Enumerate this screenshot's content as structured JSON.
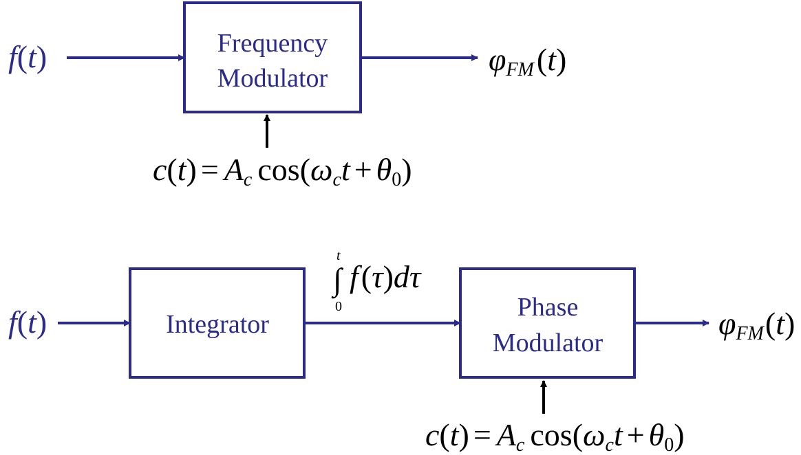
{
  "colors": {
    "block_stroke": "#2b2b8c",
    "text_blue": "#2b2b8c",
    "math_text": "#000000",
    "background": "#ffffff"
  },
  "top": {
    "input": {
      "name": "f",
      "paren_open": "(",
      "var": "t",
      "paren_close": ")"
    },
    "block": {
      "line1": "Frequency",
      "line2": "Modulator"
    },
    "output": {
      "phi": "φ",
      "sub": "FM",
      "paren_open": "(",
      "var": "t",
      "paren_close": ")"
    },
    "carrier": {
      "c": "c",
      "lp": "(",
      "t": "t",
      "rp": ")",
      "eq": "=",
      "A": "A",
      "A_sub": "c",
      "cos": "cos",
      "lp2": "(",
      "omega": "ω",
      "omega_sub": "c",
      "t2": "t",
      "plus": "+",
      "theta": "θ",
      "theta_sub": "0",
      "rp2": ")"
    }
  },
  "bottom": {
    "input": {
      "name": "f",
      "paren_open": "(",
      "var": "t",
      "paren_close": ")"
    },
    "integrator_block": {
      "label": "Integrator"
    },
    "integral": {
      "upper": "t",
      "symbol": "∫",
      "lower": "0",
      "f": "f",
      "lp": "(",
      "tau": "τ",
      "rp": ")",
      "d": "d",
      "tau2": "τ"
    },
    "phase_block": {
      "line1": "Phase",
      "line2": "Modulator"
    },
    "output": {
      "phi": "φ",
      "sub": "FM",
      "paren_open": "(",
      "var": "t",
      "paren_close": ")"
    },
    "carrier": {
      "c": "c",
      "lp": "(",
      "t": "t",
      "rp": ")",
      "eq": "=",
      "A": "A",
      "A_sub": "c",
      "cos": "cos",
      "lp2": "(",
      "omega": "ω",
      "omega_sub": "c",
      "t2": "t",
      "plus": "+",
      "theta": "θ",
      "theta_sub": "0",
      "rp2": ")"
    }
  }
}
